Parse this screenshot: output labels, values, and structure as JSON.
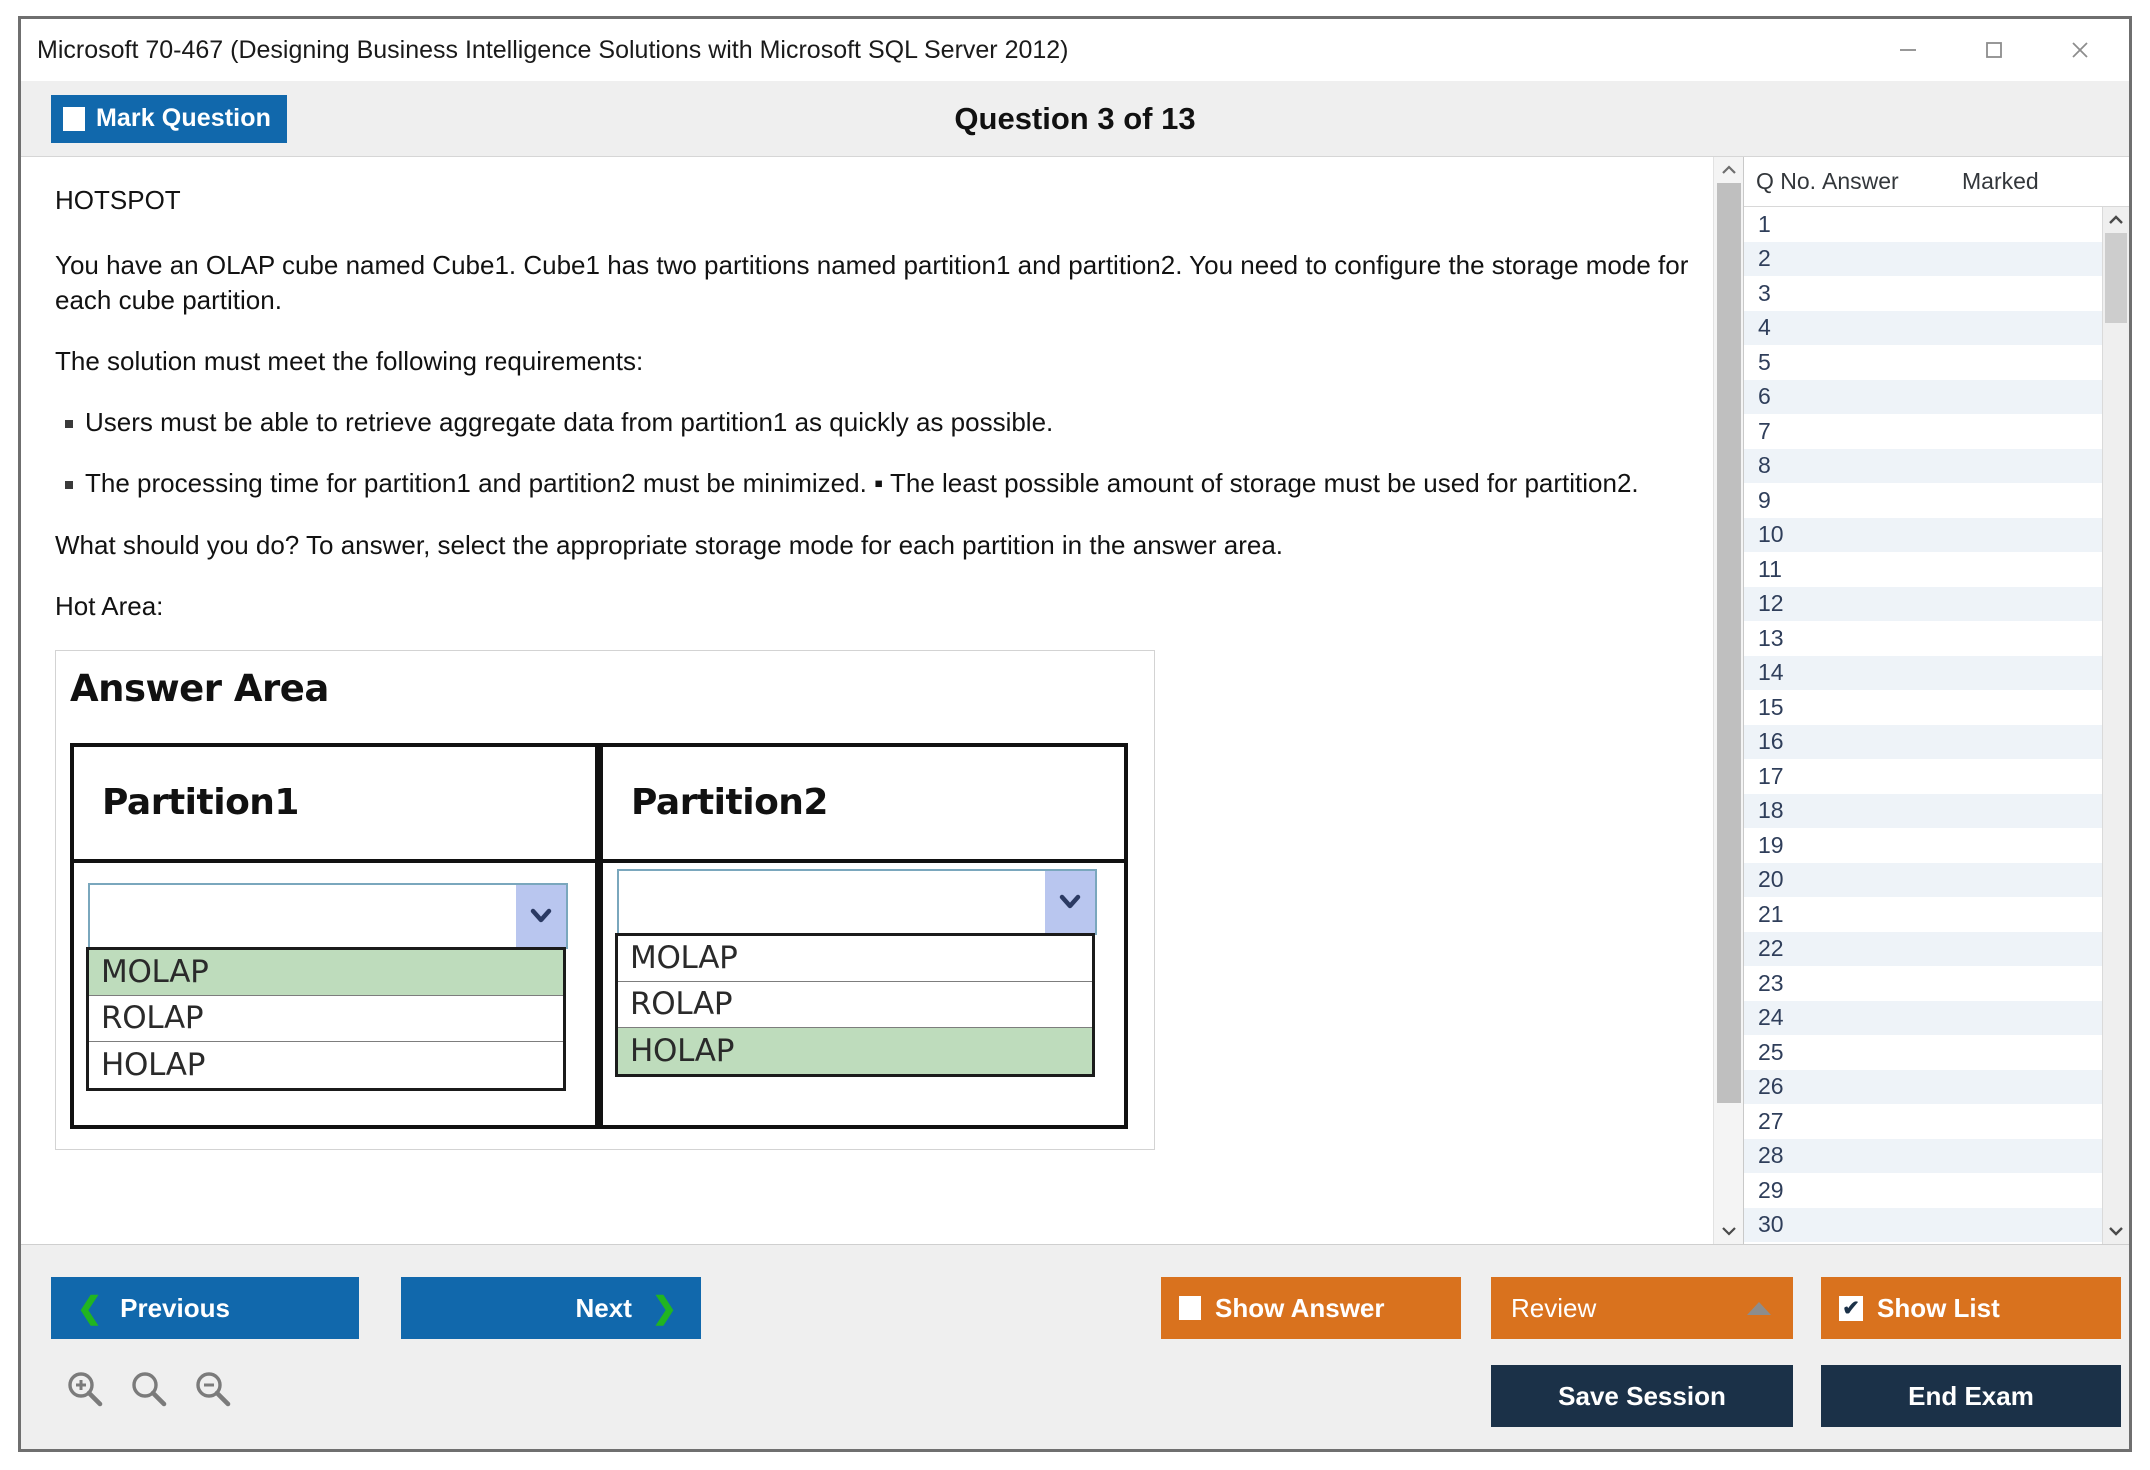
{
  "window": {
    "title": "Microsoft 70-467 (Designing Business Intelligence Solutions with Microsoft SQL Server 2012)",
    "controls": {
      "minimize": "minimize-icon",
      "maximize": "maximize-icon",
      "close": "close-icon"
    }
  },
  "toolbar": {
    "mark_question_label": "Mark Question",
    "mark_question_checked": false,
    "question_counter": "Question 3 of 13"
  },
  "question": {
    "type_label": "HOTSPOT",
    "paragraphs": [
      "You have an OLAP cube named Cube1. Cube1 has two partitions named partition1 and partition2. You need to configure the storage mode for each cube partition.",
      "The solution must meet the following requirements:"
    ],
    "bullets": [
      "Users must be able to retrieve aggregate data from partition1 as quickly as possible.",
      "The processing time for partition1 and partition2 must be minimized. ▪ The least possible amount of storage must be used for partition2."
    ],
    "closing": "What should you do? To answer, select the appropriate storage mode for each partition in the answer area.",
    "hot_area_label": "Hot Area:"
  },
  "answer_area": {
    "title": "Answer Area",
    "columns": [
      {
        "header": "Partition1",
        "selected_value": "",
        "options": [
          "MOLAP",
          "ROLAP",
          "HOLAP"
        ],
        "highlighted": "MOLAP"
      },
      {
        "header": "Partition2",
        "selected_value": "",
        "options": [
          "MOLAP",
          "ROLAP",
          "HOLAP"
        ],
        "highlighted": "HOLAP"
      }
    ]
  },
  "question_list": {
    "columns": [
      "Q No.",
      "Answer",
      "Marked"
    ],
    "rows": [
      {
        "no": "1",
        "answer": "",
        "marked": ""
      },
      {
        "no": "2",
        "answer": "",
        "marked": ""
      },
      {
        "no": "3",
        "answer": "",
        "marked": ""
      },
      {
        "no": "4",
        "answer": "",
        "marked": ""
      },
      {
        "no": "5",
        "answer": "",
        "marked": ""
      },
      {
        "no": "6",
        "answer": "",
        "marked": ""
      },
      {
        "no": "7",
        "answer": "",
        "marked": ""
      },
      {
        "no": "8",
        "answer": "",
        "marked": ""
      },
      {
        "no": "9",
        "answer": "",
        "marked": ""
      },
      {
        "no": "10",
        "answer": "",
        "marked": ""
      },
      {
        "no": "11",
        "answer": "",
        "marked": ""
      },
      {
        "no": "12",
        "answer": "",
        "marked": ""
      },
      {
        "no": "13",
        "answer": "",
        "marked": ""
      },
      {
        "no": "14",
        "answer": "",
        "marked": ""
      },
      {
        "no": "15",
        "answer": "",
        "marked": ""
      },
      {
        "no": "16",
        "answer": "",
        "marked": ""
      },
      {
        "no": "17",
        "answer": "",
        "marked": ""
      },
      {
        "no": "18",
        "answer": "",
        "marked": ""
      },
      {
        "no": "19",
        "answer": "",
        "marked": ""
      },
      {
        "no": "20",
        "answer": "",
        "marked": ""
      },
      {
        "no": "21",
        "answer": "",
        "marked": ""
      },
      {
        "no": "22",
        "answer": "",
        "marked": ""
      },
      {
        "no": "23",
        "answer": "",
        "marked": ""
      },
      {
        "no": "24",
        "answer": "",
        "marked": ""
      },
      {
        "no": "25",
        "answer": "",
        "marked": ""
      },
      {
        "no": "26",
        "answer": "",
        "marked": ""
      },
      {
        "no": "27",
        "answer": "",
        "marked": ""
      },
      {
        "no": "28",
        "answer": "",
        "marked": ""
      },
      {
        "no": "29",
        "answer": "",
        "marked": ""
      },
      {
        "no": "30",
        "answer": "",
        "marked": ""
      }
    ]
  },
  "footer": {
    "previous_label": "Previous",
    "next_label": "Next",
    "show_answer_label": "Show Answer",
    "show_answer_checked": false,
    "review_label": "Review",
    "show_list_label": "Show List",
    "show_list_checked": true,
    "show_list_check_glyph": "✔",
    "save_session_label": "Save Session",
    "end_exam_label": "End Exam",
    "zoom_icons": [
      "zoom-in-icon",
      "zoom-reset-icon",
      "zoom-out-icon"
    ]
  },
  "colors": {
    "blue": "#1168ac",
    "orange": "#d9721e",
    "navy": "#1b3148",
    "green_chevron": "#21b521",
    "highlight_green": "#bedcbc",
    "row_alt": "#eef3f8"
  }
}
